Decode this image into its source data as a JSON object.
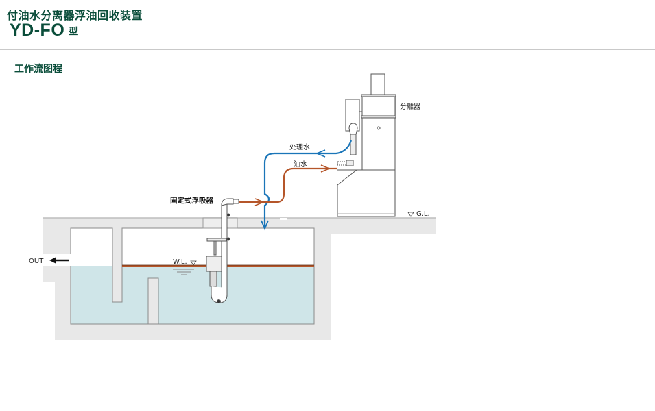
{
  "header": {
    "title": "付油水分离器浮油回收装置",
    "model": "YD-FO",
    "model_suffix": "型"
  },
  "section": {
    "title": "工作流图程"
  },
  "diagram": {
    "labels": {
      "separator": "分離器",
      "treated_water": "处理水",
      "oily_water": "油水",
      "skimmer": "固定式浮吸器",
      "ground_level": "G.L.",
      "water_level": "W.L.",
      "outlet": "OUT"
    },
    "colors": {
      "treated_water_line": "#1a75b8",
      "oily_water_line": "#b5562a",
      "water": "#cfe5e8",
      "oil_layer": "#b5562a",
      "concrete": "#e8e8e8",
      "brand": "#0a4d3a"
    }
  }
}
